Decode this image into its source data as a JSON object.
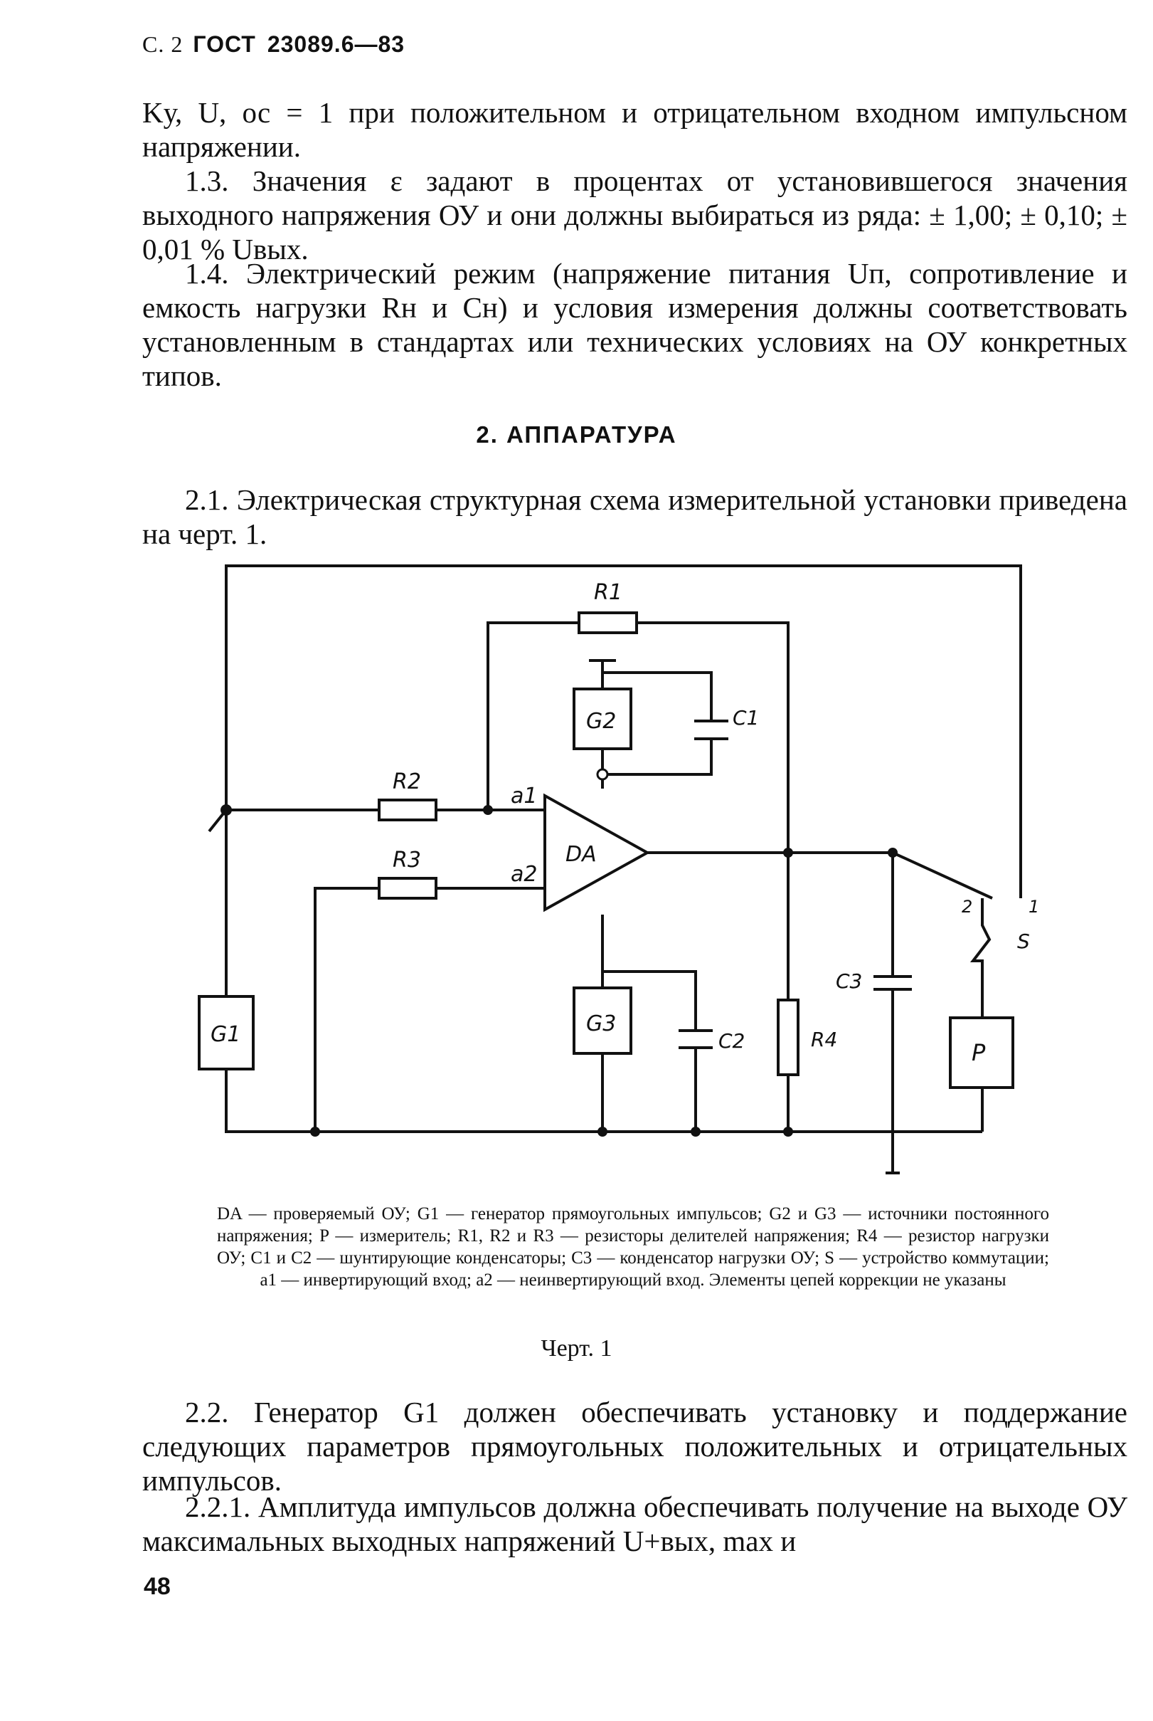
{
  "header": {
    "page": "С. 2",
    "standard": "ГОСТ",
    "number": "23089.6—83"
  },
  "paragraphs": {
    "p0": "Kу, U, ос = 1 при положительном и отрицательном входном импульсном напряжении.",
    "p13": "1.3. Значения ε задают в процентах от установившегося значения выходного напряжения ОУ и они должны выбираться из ряда: ± 1,00; ± 0,10; ± 0,01 % Uвых.",
    "p14": "1.4. Электрический режим (напряжение питания Uп, сопротивление и емкость нагрузки Rн и Cн) и условия измерения должны соответствовать установленным в стандартах или технических условиях на ОУ конкретных типов.",
    "section": "2. АППАРАТУРА",
    "p21": "2.1. Электрическая структурная схема измерительной установки приведена на черт. 1.",
    "p22": "2.2. Генератор G1 должен обеспечивать установку и поддержание следующих параметров прямоугольных положительных и отрицательных импульсов.",
    "p221": "2.2.1. Амплитуда импульсов должна обеспечивать получение на выходе ОУ максимальных выходных напряжений U+вых, max и"
  },
  "figure": {
    "labels": {
      "R1": "R1",
      "R2": "R2",
      "R3": "R3",
      "R4": "R4",
      "C1": "C1",
      "C2": "C2",
      "C3": "C3",
      "G1": "G1",
      "G2": "G2",
      "G3": "G3",
      "DA": "DA",
      "P": "P",
      "S": "S",
      "a1": "a1",
      "a2": "a2",
      "sw1": "1",
      "sw2": "2"
    },
    "caption": "DA — проверяемый ОУ; G1 — генератор прямоугольных импульсов; G2 и G3 — источники постоянного напряжения; P — измеритель; R1, R2 и R3 — резисторы делителей напряжения; R4 — резистор нагрузки ОУ; C1 и C2 — шунтирующие конденсаторы; C3 — конденсатор нагрузки ОУ; S — устройство коммутации; a1 — инвертирующий вход; a2 — неинвертирующий вход. Элементы цепей коррекции не указаны",
    "title": "Черт. 1"
  },
  "page_number": "48"
}
